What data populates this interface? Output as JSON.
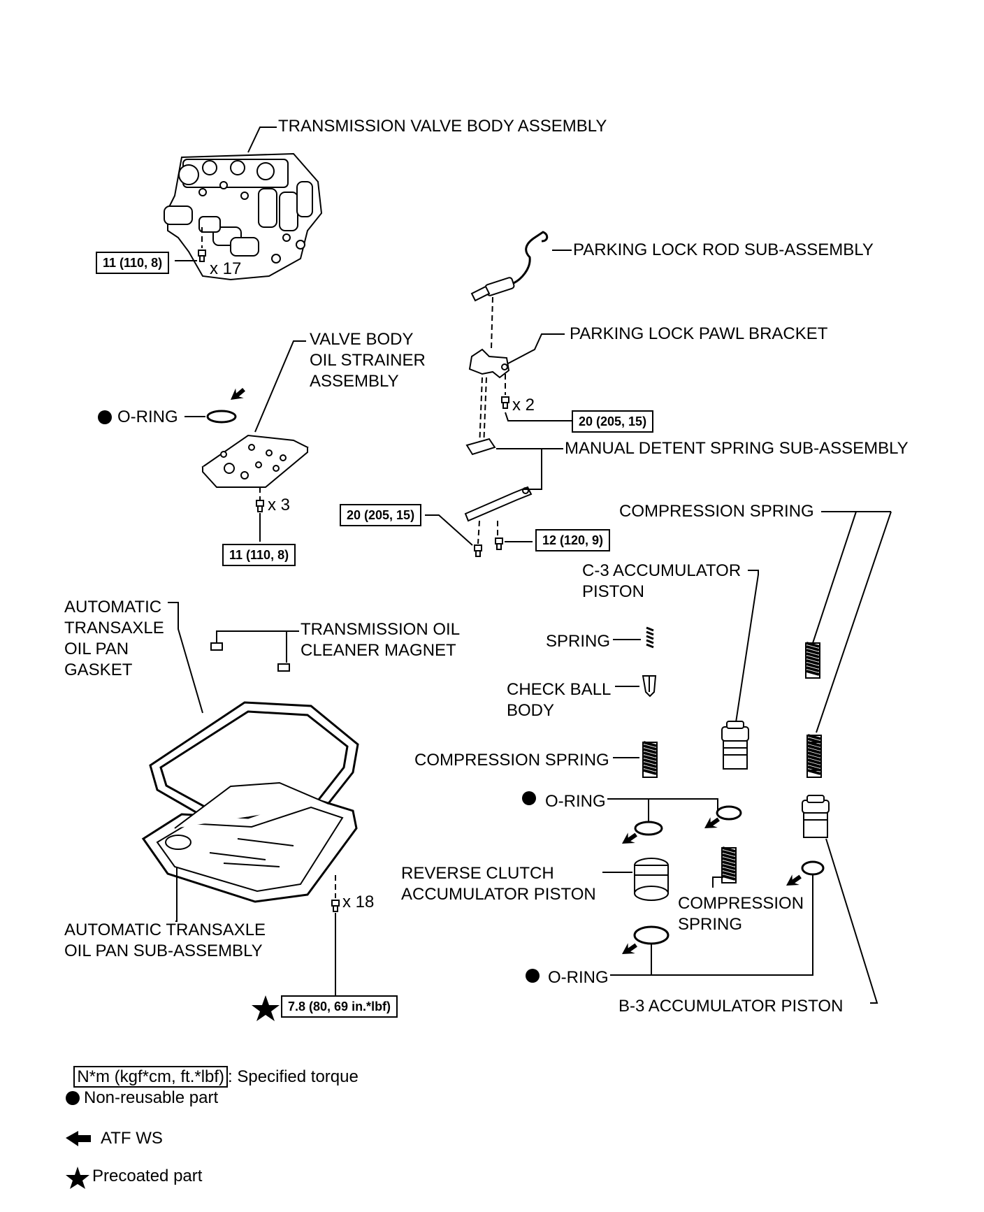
{
  "labels": {
    "valve_body": "TRANSMISSION VALVE BODY ASSEMBLY",
    "parking_rod": "PARKING LOCK ROD SUB-ASSEMBLY",
    "parking_pawl": "PARKING LOCK PAWL BRACKET",
    "manual_detent": "MANUAL DETENT SPRING SUB-ASSEMBLY",
    "strainer_1": "VALVE BODY",
    "strainer_2": "OIL STRAINER",
    "strainer_3": "ASSEMBLY",
    "oring_strainer": "O-RING",
    "comp_spring_top": "COMPRESSION SPRING",
    "c3_1": "C-3 ACCUMULATOR",
    "c3_2": "PISTON",
    "spring": "SPRING",
    "check_ball_1": "CHECK BALL",
    "check_ball_2": "BODY",
    "gasket_1": "AUTOMATIC",
    "gasket_2": "TRANSAXLE",
    "gasket_3": "OIL PAN",
    "gasket_4": "GASKET",
    "magnet_1": "TRANSMISSION OIL",
    "magnet_2": "CLEANER MAGNET",
    "comp_spring_mid": "COMPRESSION SPRING",
    "oring_mid": "O-RING",
    "reverse_1": "REVERSE CLUTCH",
    "reverse_2": "ACCUMULATOR PISTON",
    "comp_spring_low_1": "COMPRESSION",
    "comp_spring_low_2": "SPRING",
    "pan_1": "AUTOMATIC TRANSAXLE",
    "pan_2": "OIL PAN SUB-ASSEMBLY",
    "oring_bottom": "O-RING",
    "b3": "B-3 ACCUMULATOR PISTON"
  },
  "quantities": {
    "valve_bolts": "x 17",
    "pawl_bolts": "x 2",
    "strainer_bolts": "x 3",
    "pan_bolts": "x 18"
  },
  "torques": {
    "valve_body": "11 (110, 8)",
    "pawl_bracket": "20 (205, 15)",
    "detent_left": "20 (205, 15)",
    "detent_right": "12 (120, 9)",
    "strainer": "11 (110, 8)",
    "oil_pan": "7.8 (80, 69 in.*lbf)"
  },
  "legend": {
    "torque_box": "N*m (kgf*cm, ft.*lbf)",
    "torque_text": ": Specified torque",
    "non_reusable": "Non-reusable part",
    "atf": "ATF WS",
    "precoated": "Precoated part"
  },
  "icons": [
    "circle-icon",
    "arrow-icon",
    "star-icon"
  ]
}
